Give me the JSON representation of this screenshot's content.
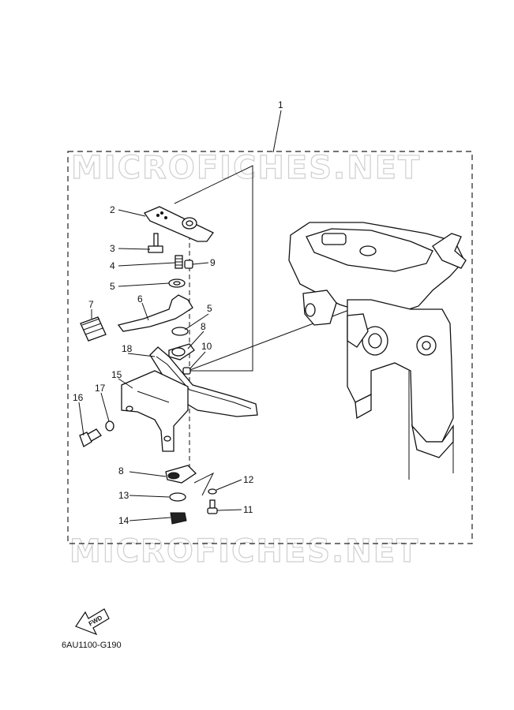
{
  "watermark": "MICROFICHES.NET",
  "diagram_code": "6AU1100-G190",
  "fwd_label": "FWD",
  "callouts": [
    "1",
    "2",
    "3",
    "4",
    "5",
    "6",
    "7",
    "5",
    "8",
    "10",
    "9",
    "18",
    "15",
    "17",
    "16",
    "8",
    "12",
    "13",
    "11",
    "14"
  ]
}
